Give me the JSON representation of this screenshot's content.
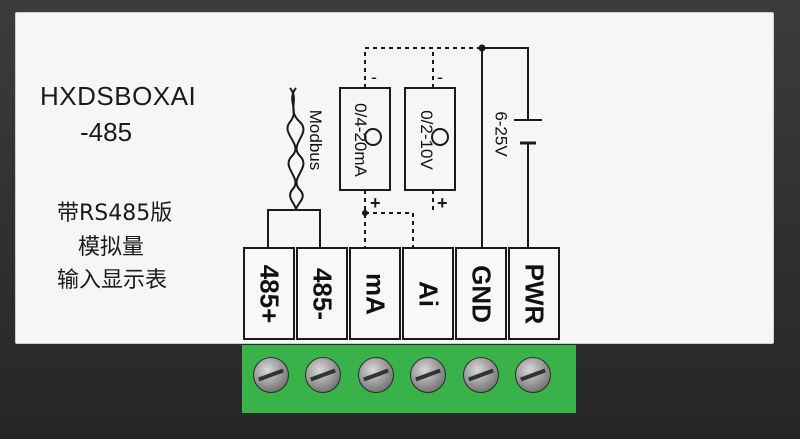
{
  "label": {
    "model_line1": "HXDSBOXAI",
    "model_line2": "-485",
    "cn_line1": "带RS485版",
    "cn_line2": "模拟量",
    "cn_line3": "输入显示表"
  },
  "diagram": {
    "modbus": "Modbus",
    "current_source": "0/4-20mA",
    "voltage_source": "0/2-10V",
    "power_range": "6-25V",
    "minus": "-",
    "plus": "+"
  },
  "terminals": [
    "485+",
    "485-",
    "mA",
    "Ai",
    "GND",
    "PWR"
  ],
  "colors": {
    "housing": "#2f2f2f",
    "panel": "#f6f6f6",
    "terminal_block": "#39b24a"
  }
}
